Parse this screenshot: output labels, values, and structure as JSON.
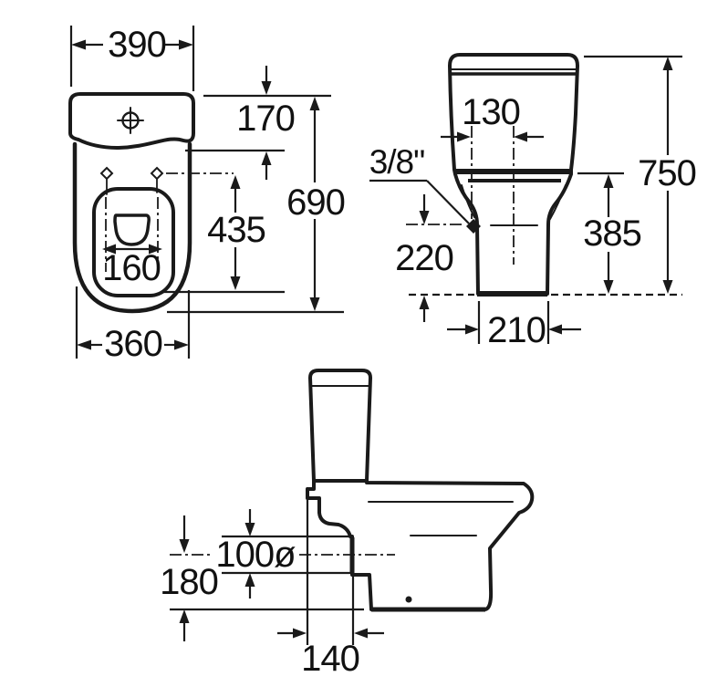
{
  "colors": {
    "line": "#1a1a1a",
    "background": "#ffffff"
  },
  "views": {
    "plan": {
      "dimensions": {
        "cistern_width": "390",
        "cistern_depth": "170",
        "overall_depth": "690",
        "hinge_to_front": "435",
        "hinge_spacing": "160",
        "bowl_width": "360"
      }
    },
    "front": {
      "dimensions": {
        "inlet_offset": "130",
        "inlet_thread": "3/8\"",
        "overall_height": "750",
        "bowl_height": "385",
        "inlet_height": "220",
        "base_width": "210"
      }
    },
    "side": {
      "dimensions": {
        "outlet_diameter": "100ø",
        "outlet_height": "180",
        "outlet_projection": "140"
      }
    }
  }
}
